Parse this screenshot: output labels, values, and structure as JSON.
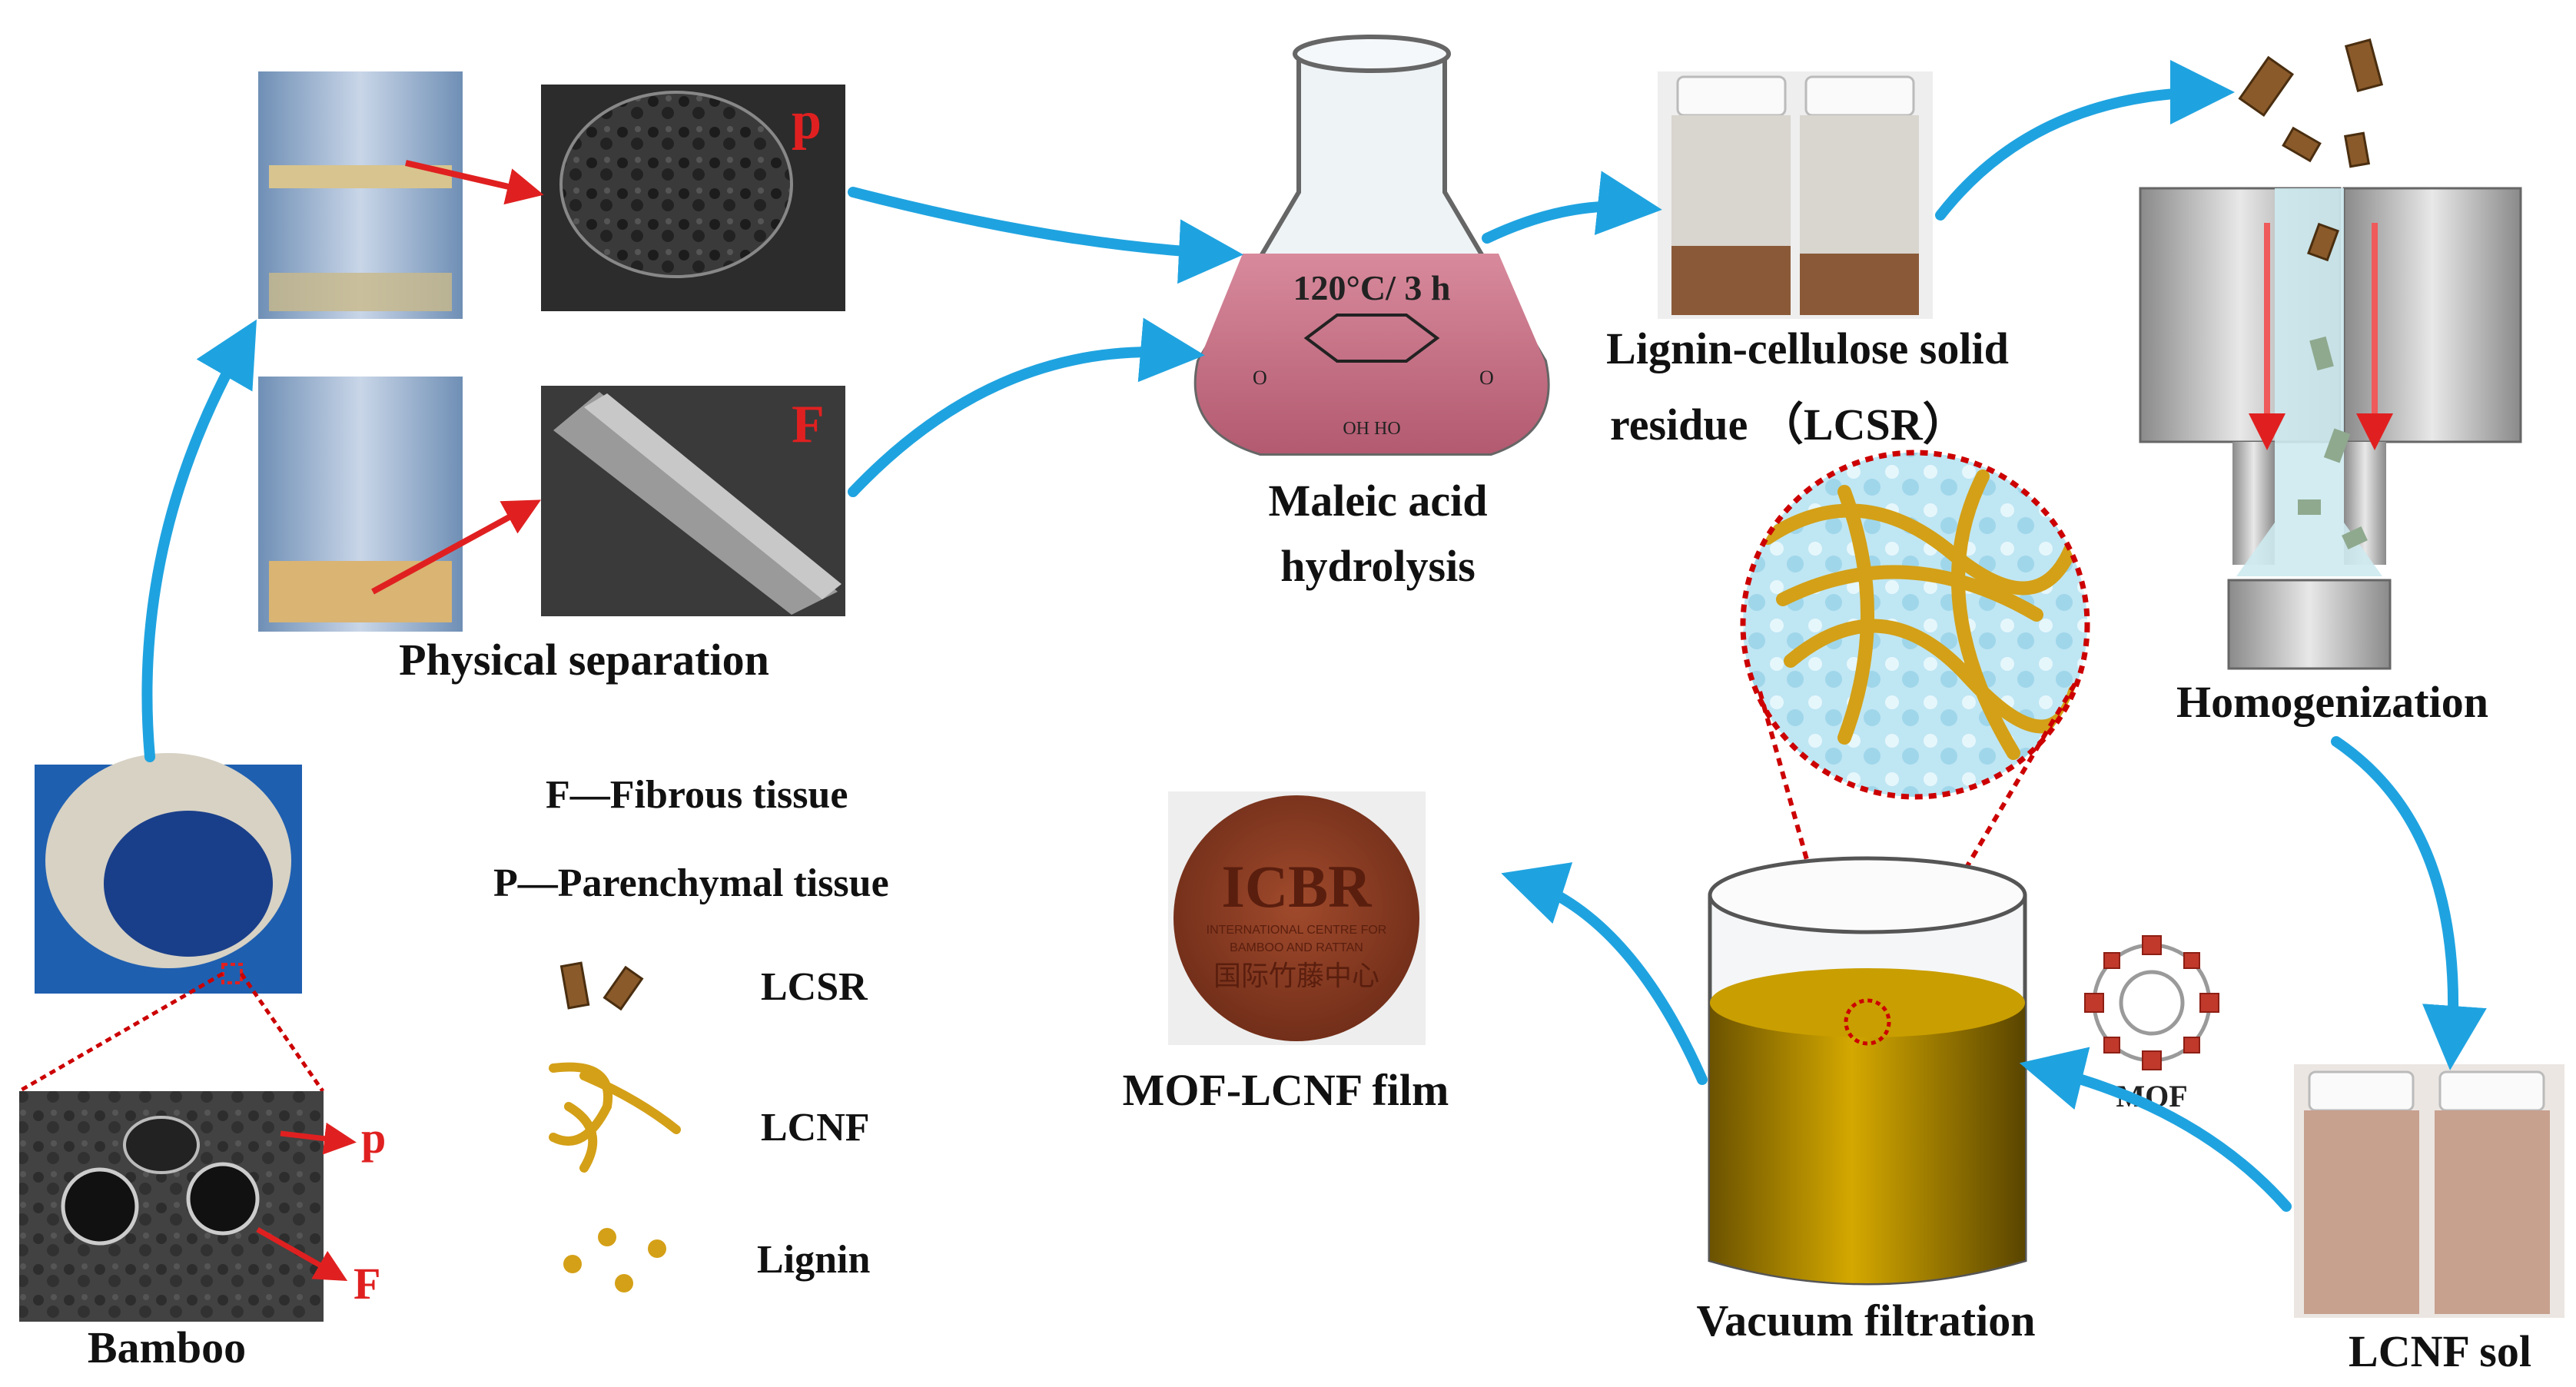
{
  "labels": {
    "physical_separation": "Physical separation",
    "maleic_acid_line1": "Maleic acid",
    "maleic_acid_line2": "hydrolysis",
    "lcsr_line1": "Lignin-cellulose solid",
    "lcsr_line2": "residue （LCSR）",
    "homogenization": "Homogenization",
    "bamboo": "Bamboo",
    "vacuum_filtration": "Vacuum filtration",
    "lcnf_sol": "LCNF sol",
    "mof_lcnf_film": "MOF-LCNF film",
    "mof": "MOF",
    "flask_condition": "120°C/ 3 h"
  },
  "sem_markers": {
    "p_upper": "p",
    "f_upper": "F",
    "p_lower": "p",
    "f_lower": "F"
  },
  "molecule": {
    "o_left": "O",
    "o_right": "O",
    "oh_pair": "OH  HO"
  },
  "legend": {
    "fibrous": "F—Fibrous tissue",
    "parenchymal": "P—Parenchymal tissue",
    "lcsr": "LCSR",
    "lcnf": "LCNF",
    "lignin": "Lignin"
  },
  "film": {
    "logo": "ICBR",
    "line1": "INTERNATIONAL CENTRE FOR",
    "line2": "BAMBOO AND RATTAN",
    "line3": "国际竹藤中心"
  },
  "colors": {
    "arrow_blue": "#1fa3e0",
    "marker_red": "#e02020",
    "flask_liquid": "#c9788a",
    "lcnf_gold": "#d4a017",
    "film_brown": "#8a3a22"
  }
}
